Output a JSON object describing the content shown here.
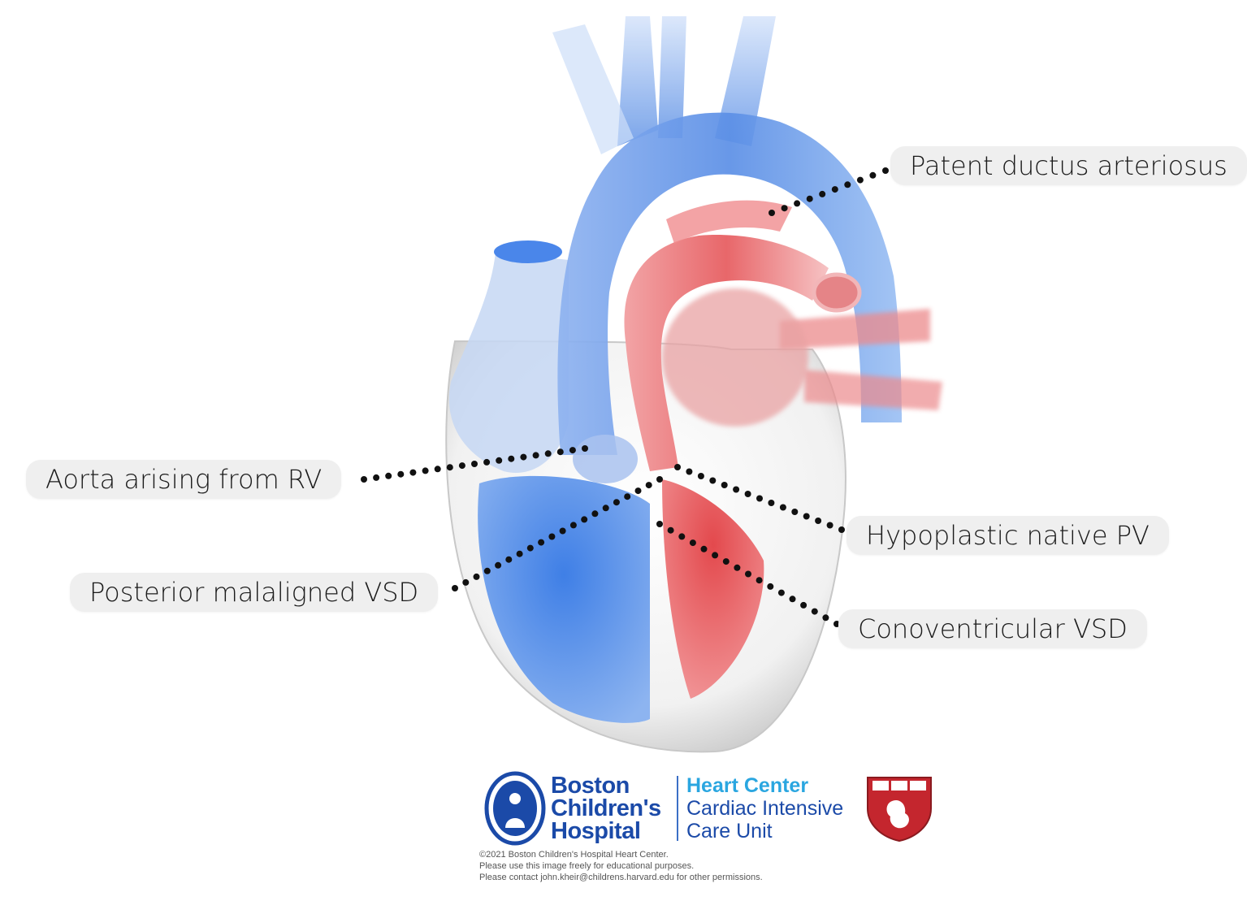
{
  "labels": {
    "pda": "Patent ductus arteriosus",
    "aorta": "Aorta arising from RV",
    "pv": "Hypoplastic native PV",
    "posterior_vsd": "Posterior malaligned VSD",
    "conoventricular_vsd": "Conoventricular VSD"
  },
  "logo": {
    "bch_line1": "Boston",
    "bch_line2": "Children's",
    "bch_line3": "Hospital",
    "heart_center": "Heart Center",
    "cicu_line1": "Cardiac Intensive",
    "cicu_line2": "Care Unit"
  },
  "copyright": {
    "line1": "©2021 Boston Children's Hospital Heart Center.",
    "line2": "Please use this image freely for educational purposes.",
    "line3": "Please contact john.kheir@childrens.harvard.edu for other permissions."
  },
  "colors": {
    "deoxygenated_blue": "#5b8fe6",
    "oxygenated_red": "#e8676a",
    "label_bg": "#efefef",
    "brand_blue": "#1b4aa8",
    "heart_center_cyan": "#2aa6e0",
    "harvard_crimson": "#c4262e"
  }
}
